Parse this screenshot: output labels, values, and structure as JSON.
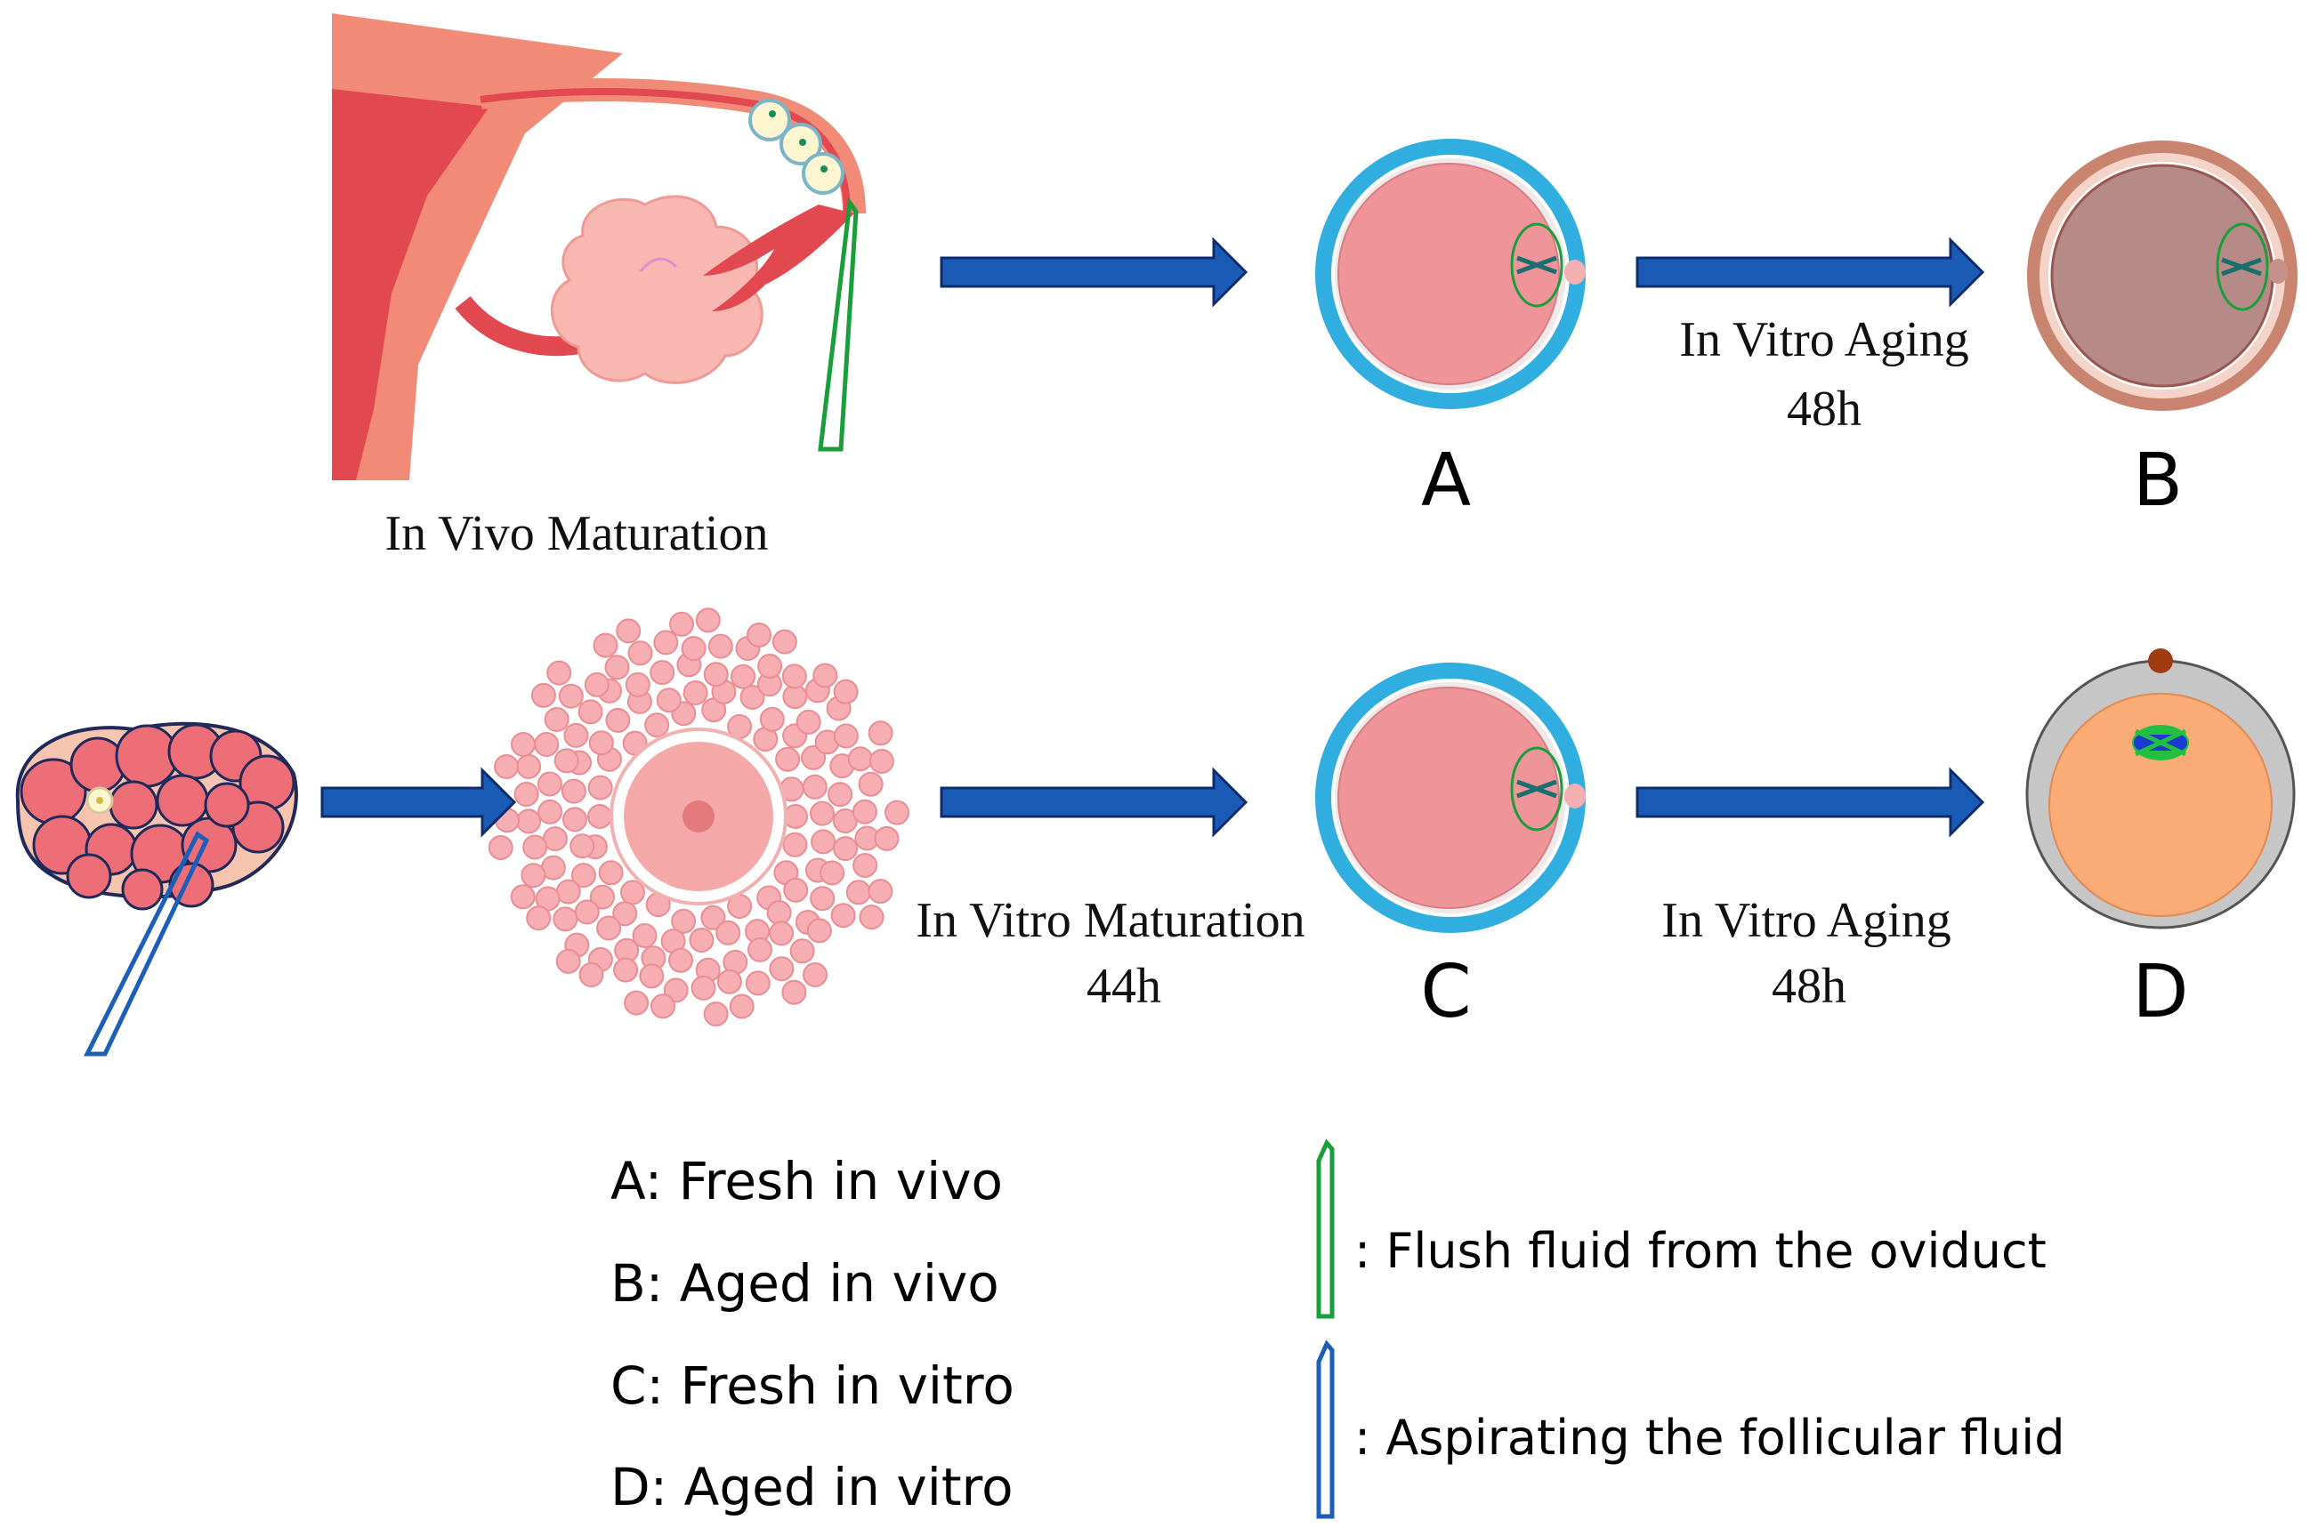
{
  "captions": {
    "in_vivo_maturation": "In Vivo Maturation",
    "in_vitro_aging_top": "In Vitro Aging",
    "in_vitro_aging_top_time": "48h",
    "in_vitro_maturation": "In Vitro Maturation",
    "in_vitro_maturation_time": "44h",
    "in_vitro_aging_bottom": "In Vitro Aging",
    "in_vitro_aging_bottom_time": "48h"
  },
  "oocyte_labels": {
    "a": "A",
    "b": "B",
    "c": "C",
    "d": "D"
  },
  "legend": {
    "items": [
      "A: Fresh in vivo",
      "B: Aged in vivo",
      "C: Fresh in vitro",
      "D: Aged in vitro"
    ],
    "pipettes": [
      {
        "text": ": Flush fluid from the oviduct",
        "color": "#1a9e3a"
      },
      {
        "text": ": Aspirating the follicular fluid",
        "color": "#1c5fb8"
      }
    ]
  },
  "colors": {
    "arrow": "#1a5bb5",
    "zona_fresh": "#31aee0",
    "cytoplasm_fresh": "#ef9499",
    "zona_aged_in_vivo": "#c98470",
    "cytoplasm_aged_in_vivo": "#b68a86",
    "cytoplasm_aged_in_vitro": "#fbab75",
    "zona_aged_in_vitro": "#c6c6c6"
  }
}
